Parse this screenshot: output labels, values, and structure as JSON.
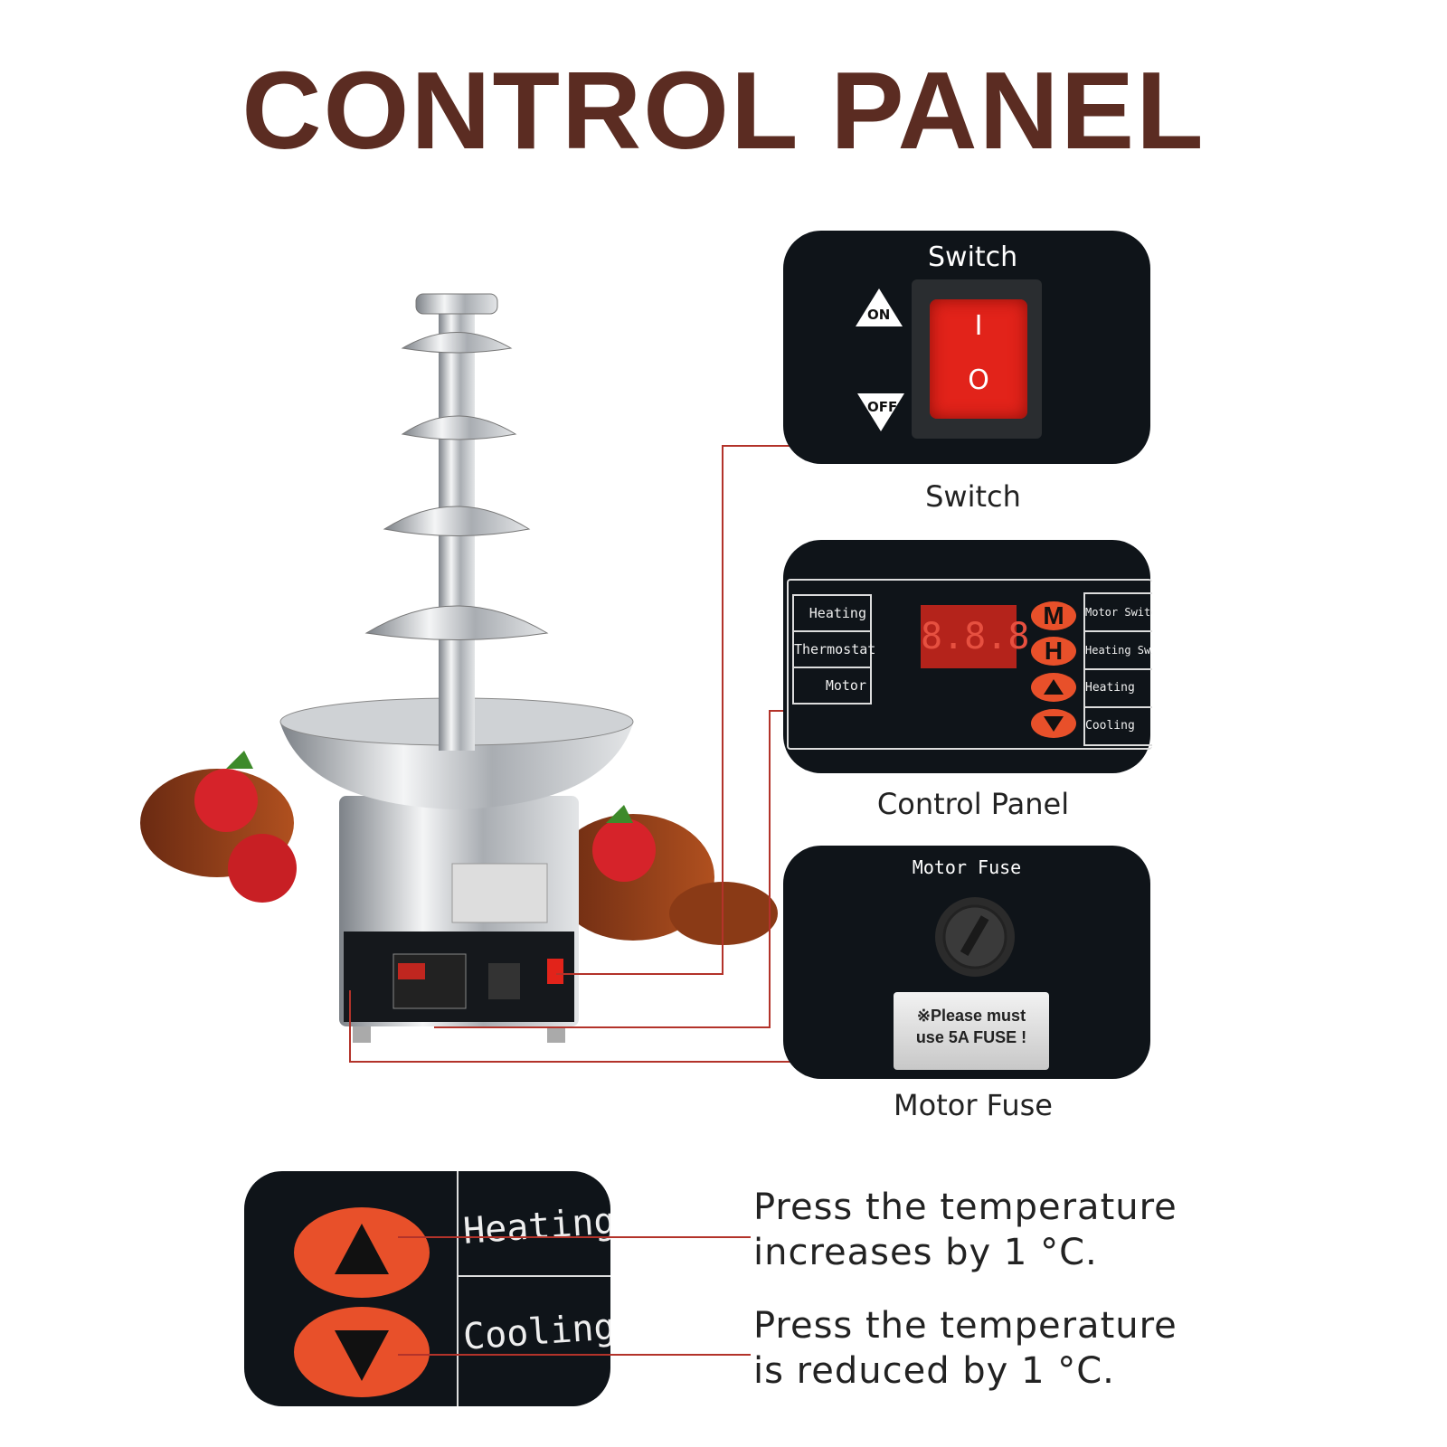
{
  "title": "CONTROL PANEL",
  "switch_panel": {
    "heading": "Switch",
    "on_label": "ON",
    "off_label": "OFF",
    "rocker_marks": [
      "I",
      "O"
    ],
    "caption": "Switch",
    "rocker_color": "#e2231a"
  },
  "control_panel": {
    "left_labels": [
      "Heating",
      "Thermostat",
      "Motor"
    ],
    "display": "8.8.8",
    "buttons": [
      "M",
      "H",
      "up-triangle-icon",
      "down-triangle-icon"
    ],
    "button_letters": [
      "M",
      "H"
    ],
    "right_labels": [
      "Motor Switch",
      "Heating Switch",
      "Heating",
      "Cooling"
    ],
    "caption": "Control Panel",
    "button_color": "#e8502a"
  },
  "fuse_panel": {
    "heading": "Motor Fuse",
    "notice_line1": "※Please must",
    "notice_line2": "use 5A FUSE !",
    "caption": "Motor Fuse"
  },
  "detail": {
    "heating_label": "Heating",
    "cooling_label": "Cooling",
    "heating_note_line1": "Press the temperature",
    "heating_note_line2": "increases by 1 °C.",
    "cooling_note_line1": "Press the temperature",
    "cooling_note_line2": "is reduced by 1 °C."
  },
  "colors": {
    "title": "#5b2c22",
    "connector": "#b3332a",
    "panel": "#0f1419"
  }
}
